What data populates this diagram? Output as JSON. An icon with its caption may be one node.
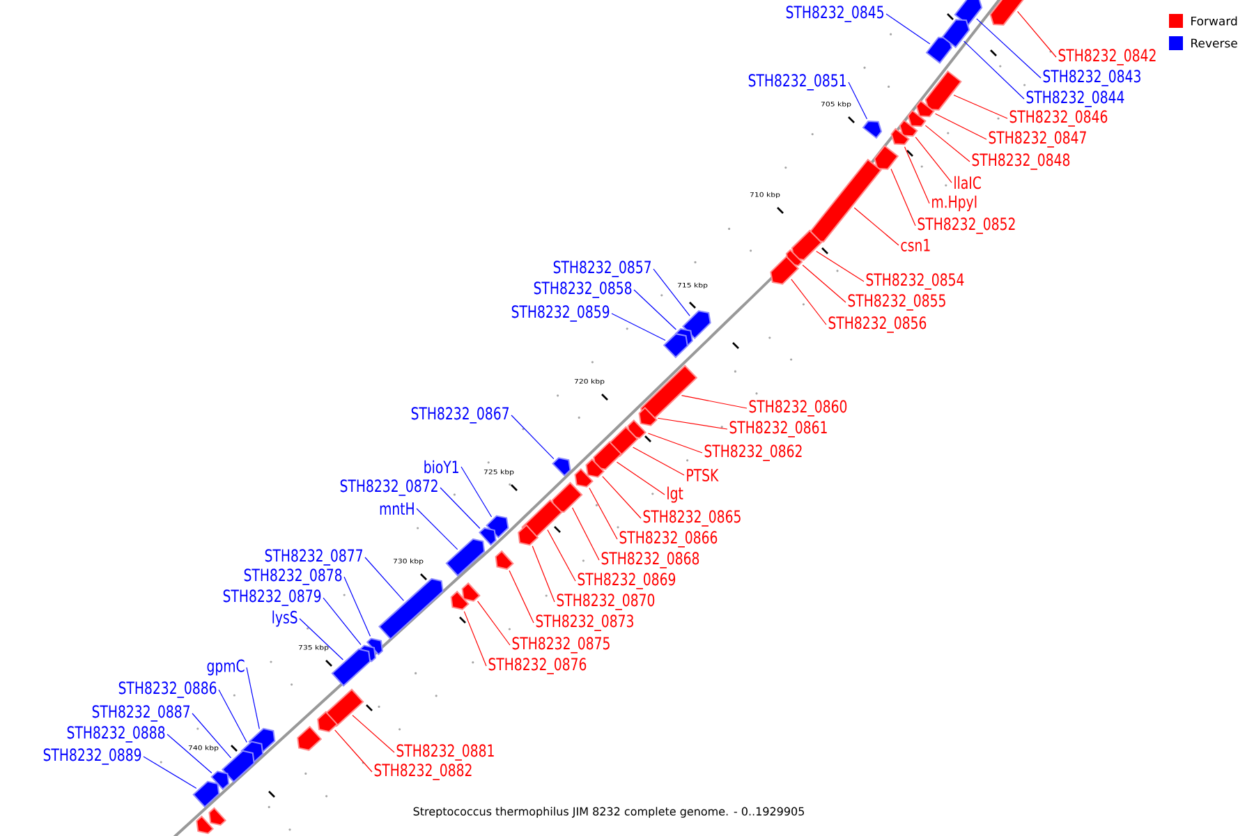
{
  "diagram": {
    "caption": "Streptococcus thermophilus JIM 8232 complete genome. - 0..1929905",
    "nodes": [
      {
        "text": [
          "STH8232_0845"
        ]
      },
      {
        "text": [
          "STH8232_0842"
        ]
      },
      {
        "text": [
          "STH8232_0843"
        ]
      },
      {
        "text": [
          "STH8232_0851"
        ]
      },
      {
        "text": [
          "STH8232_0844"
        ]
      },
      {
        "text": [
          "STH8232_0846"
        ]
      },
      {
        "text": [
          "STH8232_0847"
        ]
      },
      {
        "text": [
          "STH8232_0848"
        ]
      },
      {
        "text": [
          "llaIC"
        ]
      },
      {
        "text": [
          "m.HpyI"
        ]
      },
      {
        "text": [
          "STH8232_0852"
        ]
      },
      {
        "text": [
          "csn1"
        ]
      },
      {
        "text": [
          "STH8232_0857"
        ]
      },
      {
        "text": [
          "STH8232_0854"
        ]
      },
      {
        "text": [
          "STH8232_0858"
        ]
      },
      {
        "text": [
          "STH8232_0855"
        ]
      },
      {
        "text": [
          "STH8232_0859"
        ]
      },
      {
        "text": [
          "STH8232_0856"
        ]
      },
      {
        "text": [
          "STH8232_0860"
        ]
      },
      {
        "text": [
          "STH8232_0867"
        ]
      },
      {
        "text": [
          "STH8232_0861"
        ]
      },
      {
        "text": [
          "STH8232_0862"
        ]
      },
      {
        "text": [
          "bioY1"
        ]
      },
      {
        "text": [
          "PTSK"
        ]
      },
      {
        "text": [
          "STH8232_0872"
        ]
      },
      {
        "text": [
          "lgt"
        ]
      },
      {
        "text": [
          "mntH"
        ]
      },
      {
        "text": [
          "STH8232_0865"
        ]
      },
      {
        "text": [
          "STH8232_0866"
        ]
      },
      {
        "text": [
          "STH8232_0877"
        ]
      },
      {
        "text": [
          "STH8232_0868"
        ]
      },
      {
        "text": [
          "STH8232_0878"
        ]
      },
      {
        "text": [
          "STH8232_0869"
        ]
      },
      {
        "text": [
          "STH8232_0879"
        ]
      },
      {
        "text": [
          "STH8232_0870"
        ]
      },
      {
        "text": [
          "lysS"
        ]
      },
      {
        "text": [
          "STH8232_0873"
        ]
      },
      {
        "text": [
          "STH8232_0875"
        ]
      },
      {
        "text": [
          "gpmC"
        ]
      },
      {
        "text": [
          "STH8232_0876"
        ]
      },
      {
        "text": [
          "STH8232_0886"
        ]
      },
      {
        "text": [
          "STH8232_0887"
        ]
      },
      {
        "text": [
          "STH8232_0888"
        ]
      },
      {
        "text": [
          "STH8232_0881"
        ]
      },
      {
        "text": [
          "STH8232_0889"
        ]
      },
      {
        "text": [
          "STH8232_0882"
        ]
      },
      {
        "text": [],
        "shape": "arrow"
      },
      {
        "text": [],
        "shape": "arrow"
      },
      {
        "text": [],
        "shape": "arrow"
      },
      {
        "text": [],
        "shape": "arrow"
      },
      {
        "text": [],
        "shape": "arrow"
      },
      {
        "text": [],
        "shape": "arrow"
      },
      {
        "text": [],
        "shape": "arrow"
      },
      {
        "text": [],
        "shape": "arrow"
      },
      {
        "text": [],
        "shape": "arrow"
      },
      {
        "text": [],
        "shape": "arrow"
      },
      {
        "text": [],
        "shape": "arrow"
      },
      {
        "text": [],
        "shape": "arrow"
      },
      {
        "text": [],
        "shape": "arrow"
      },
      {
        "text": [],
        "shape": "arrow"
      },
      {
        "text": [],
        "shape": "arrow"
      },
      {
        "text": [],
        "shape": "arrow"
      },
      {
        "text": [],
        "shape": "arrow"
      },
      {
        "text": [],
        "shape": "arrow"
      },
      {
        "text": [],
        "shape": "arrow"
      },
      {
        "text": [],
        "shape": "arrow"
      },
      {
        "text": [],
        "shape": "arrow"
      },
      {
        "text": [],
        "shape": "arrow"
      },
      {
        "text": [],
        "shape": "arrow"
      },
      {
        "text": [],
        "shape": "arrow"
      },
      {
        "text": [],
        "shape": "arrow"
      },
      {
        "text": [],
        "shape": "arrow"
      },
      {
        "text": [],
        "shape": "arrow"
      },
      {
        "text": [],
        "shape": "arrow"
      },
      {
        "text": [],
        "shape": "arrow"
      },
      {
        "text": [],
        "shape": "arrow"
      },
      {
        "text": [],
        "shape": "arrow"
      },
      {
        "text": [],
        "shape": "arrow"
      },
      {
        "text": [],
        "shape": "arrow"
      },
      {
        "text": [],
        "shape": "arrow"
      },
      {
        "text": [],
        "shape": "arrow"
      },
      {
        "text": [],
        "shape": "arrow"
      },
      {
        "text": [],
        "shape": "arrow"
      },
      {
        "text": [],
        "shape": "arrow"
      },
      {
        "text": [],
        "shape": "arrow"
      },
      {
        "text": [],
        "shape": "arrow"
      },
      {
        "text": [],
        "shape": "arrow"
      },
      {
        "text": [],
        "shape": "arrow"
      },
      {
        "text": [],
        "shape": "arrow"
      },
      {
        "text": [],
        "shape": "arrow"
      },
      {
        "text": [],
        "shape": "arrow"
      },
      {
        "text": [],
        "shape": "arrow"
      },
      {
        "text": [],
        "shape": "arrow"
      },
      {
        "text": [],
        "shape": "arrow"
      },
      {
        "text": [],
        "shape": "arrow"
      }
    ],
    "edges": [
      {
        "from": 0,
        "to": 46,
        "arrow": "none",
        "color": "#0000ff"
      },
      {
        "from": 1,
        "to": 47,
        "arrow": "none"
      },
      {
        "from": 2,
        "to": 48,
        "arrow": "none",
        "color": "#0000ff"
      },
      {
        "from": 3,
        "to": 49,
        "arrow": "none",
        "color": "#0000ff"
      },
      {
        "from": 4,
        "to": 50,
        "arrow": "none",
        "color": "#0000ff"
      },
      {
        "from": 5,
        "to": 51,
        "arrow": "none"
      },
      {
        "from": 6,
        "to": 52,
        "arrow": "none"
      },
      {
        "from": 7,
        "to": 53,
        "arrow": "none"
      },
      {
        "from": 8,
        "to": 54,
        "arrow": "none"
      },
      {
        "from": 9,
        "to": 55,
        "arrow": "none"
      },
      {
        "from": 10,
        "to": 56,
        "arrow": "none"
      },
      {
        "from": 11,
        "to": 57,
        "arrow": "none"
      },
      {
        "from": 12,
        "to": 58,
        "arrow": "none",
        "color": "#0000ff"
      },
      {
        "from": 13,
        "to": 59,
        "arrow": "none"
      },
      {
        "from": 14,
        "to": 60,
        "arrow": "none",
        "color": "#0000ff"
      },
      {
        "from": 15,
        "to": 61,
        "arrow": "none"
      },
      {
        "from": 16,
        "to": 62,
        "arrow": "none",
        "color": "#0000ff"
      },
      {
        "from": 17,
        "to": 63,
        "arrow": "none"
      },
      {
        "from": 18,
        "to": 64,
        "arrow": "none"
      },
      {
        "from": 19,
        "to": 65,
        "arrow": "none",
        "color": "#0000ff"
      },
      {
        "from": 20,
        "to": 66,
        "arrow": "none"
      },
      {
        "from": 21,
        "to": 67,
        "arrow": "none"
      },
      {
        "from": 22,
        "to": 68,
        "arrow": "none",
        "color": "#0000ff"
      },
      {
        "from": 23,
        "to": 69,
        "arrow": "none"
      },
      {
        "from": 24,
        "to": 70,
        "arrow": "none",
        "color": "#0000ff"
      },
      {
        "from": 25,
        "to": 71,
        "arrow": "none"
      },
      {
        "from": 26,
        "to": 72,
        "arrow": "none",
        "color": "#0000ff"
      },
      {
        "from": 27,
        "to": 73,
        "arrow": "none"
      },
      {
        "from": 28,
        "to": 74,
        "arrow": "none"
      },
      {
        "from": 29,
        "to": 75,
        "arrow": "none",
        "color": "#0000ff"
      },
      {
        "from": 30,
        "to": 76,
        "arrow": "none"
      },
      {
        "from": 31,
        "to": 77,
        "arrow": "none",
        "color": "#0000ff"
      },
      {
        "from": 32,
        "to": 78,
        "arrow": "none"
      },
      {
        "from": 33,
        "to": 79,
        "arrow": "none",
        "color": "#0000ff"
      },
      {
        "from": 34,
        "to": 80,
        "arrow": "none"
      },
      {
        "from": 35,
        "to": 81,
        "arrow": "none",
        "color": "#0000ff"
      },
      {
        "from": 36,
        "to": 82,
        "arrow": "none"
      },
      {
        "from": 37,
        "to": 83,
        "arrow": "none"
      },
      {
        "from": 38,
        "to": 84,
        "arrow": "none",
        "color": "#0000ff"
      },
      {
        "from": 39,
        "to": 85,
        "arrow": "none"
      },
      {
        "from": 40,
        "to": 86,
        "arrow": "none",
        "color": "#0000ff"
      },
      {
        "from": 41,
        "to": 87,
        "arrow": "none",
        "color": "#0000ff"
      },
      {
        "from": 42,
        "to": 88,
        "arrow": "none",
        "color": "#0000ff"
      },
      {
        "from": 43,
        "to": 89,
        "arrow": "none"
      },
      {
        "from": 44,
        "to": 90,
        "arrow": "none",
        "color": "#0000ff"
      },
      {
        "from": 45,
        "to": 91,
        "arrow": "none"
      }
    ],
    "labels": [
      "705 kbp",
      "710 kbp",
      "715 kbp",
      "720 kbp",
      "725 kbp",
      "730 kbp",
      "735 kbp",
      "740 kbp"
    ],
    "legend": [
      {
        "text": "Forward",
        "color": "#ff0000"
      },
      {
        "text": "Reverse",
        "color": "#0000ff"
      }
    ]
  }
}
